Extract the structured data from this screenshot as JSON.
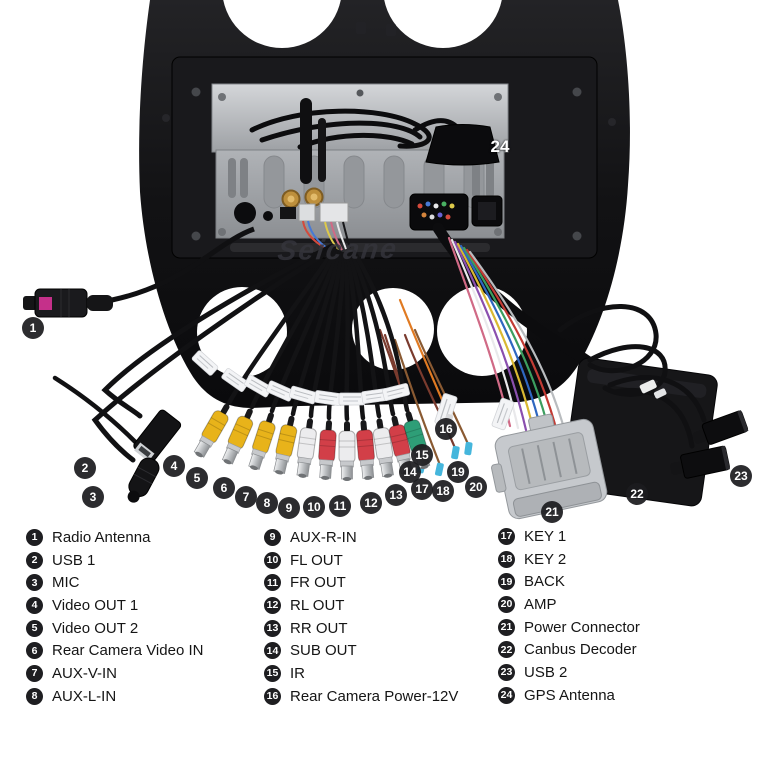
{
  "watermark": "Seicane",
  "badge_nums": [
    "1",
    "2",
    "3",
    "4",
    "5",
    "6",
    "7",
    "8",
    "9",
    "10",
    "11",
    "12",
    "13",
    "14",
    "15",
    "16",
    "17",
    "18",
    "19",
    "20",
    "21",
    "22",
    "23",
    "24"
  ],
  "legend": {
    "columns": [
      {
        "items": [
          {
            "num": "1",
            "label": "Radio Antenna"
          },
          {
            "num": "2",
            "label": "USB 1"
          },
          {
            "num": "3",
            "label": "MIC"
          },
          {
            "num": "4",
            "label": "Video OUT 1"
          },
          {
            "num": "5",
            "label": "Video OUT 2"
          },
          {
            "num": "6",
            "label": "Rear Camera Video IN"
          },
          {
            "num": "7",
            "label": "AUX-V-IN"
          },
          {
            "num": "8",
            "label": "AUX-L-IN"
          }
        ]
      },
      {
        "items": [
          {
            "num": "9",
            "label": "AUX-R-IN"
          },
          {
            "num": "10",
            "label": "FL OUT"
          },
          {
            "num": "11",
            "label": "FR OUT"
          },
          {
            "num": "12",
            "label": "RL OUT"
          },
          {
            "num": "13",
            "label": "RR OUT"
          },
          {
            "num": "14",
            "label": "SUB OUT"
          },
          {
            "num": "15",
            "label": "IR"
          },
          {
            "num": "16",
            "label": "Rear Camera Power-12V"
          }
        ]
      },
      {
        "items": [
          {
            "num": "17",
            "label": "KEY 1"
          },
          {
            "num": "18",
            "label": "KEY 2"
          },
          {
            "num": "19",
            "label": "BACK"
          },
          {
            "num": "20",
            "label": "AMP"
          },
          {
            "num": "21",
            "label": "Power Connector"
          },
          {
            "num": "22",
            "label": "Canbus Decoder"
          },
          {
            "num": "23",
            "label": "USB 2"
          },
          {
            "num": "24",
            "label": "GPS Antenna"
          }
        ]
      }
    ]
  },
  "colors": {
    "rca_video": "#e8b31a",
    "rca_left_channel": "#ececee",
    "rca_right_channel": "#d23f48",
    "rca_subwoofer": "#2e9e77",
    "antenna_insert": "#c5308a"
  }
}
